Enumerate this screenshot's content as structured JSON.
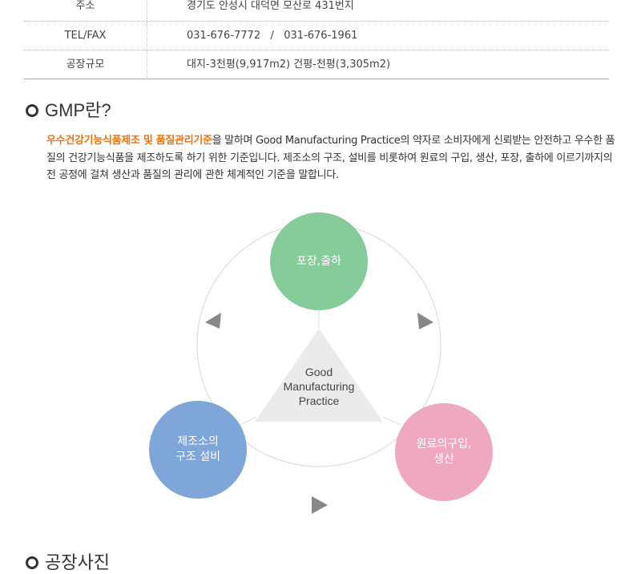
{
  "info_table": {
    "rows": [
      {
        "label": "주소",
        "value": "경기도 안성시 대덕면 모산로 431번지"
      },
      {
        "label": "TEL/FAX",
        "value": "031-676-7772   /   031-676-1961"
      },
      {
        "label": "공장규모",
        "value": "대지-3천평(9,917m2)  건평-천평(3,305m2)"
      }
    ]
  },
  "gmp_section": {
    "title": "GMP란?",
    "highlight": "우수건강기능식품제조 및 품질관리기준",
    "body": "을 말하며 Good Manufacturing Practice의 약자로 소비자에게 신뢰받는 안전하고 우수한 품질의 건강기능식품을 제조하도록 하기 위한 기준입니다. 제조소의 구조, 설비를 비롯하여 원료의 구입, 생산, 포장, 출하에 이르기까지의 전 공정에 걸쳐 생산과 품질의 관리에 관한 체계적인 기준을 말합니다."
  },
  "diagram": {
    "center_label": "Good\nManufacturing\nPractice",
    "nodes": {
      "top": {
        "label": "포장,출하",
        "color": "#85cc9a"
      },
      "left": {
        "label": "제조소의\n구조 설비",
        "color": "#7ea6d9"
      },
      "right": {
        "label": "원료의구입,\n생산",
        "color": "#eea8c0"
      }
    },
    "ring_color": "#dddddd",
    "arrow_color": "#888888",
    "triangle_color": "#ebebeb"
  },
  "next_section": {
    "title": "공장사진"
  }
}
